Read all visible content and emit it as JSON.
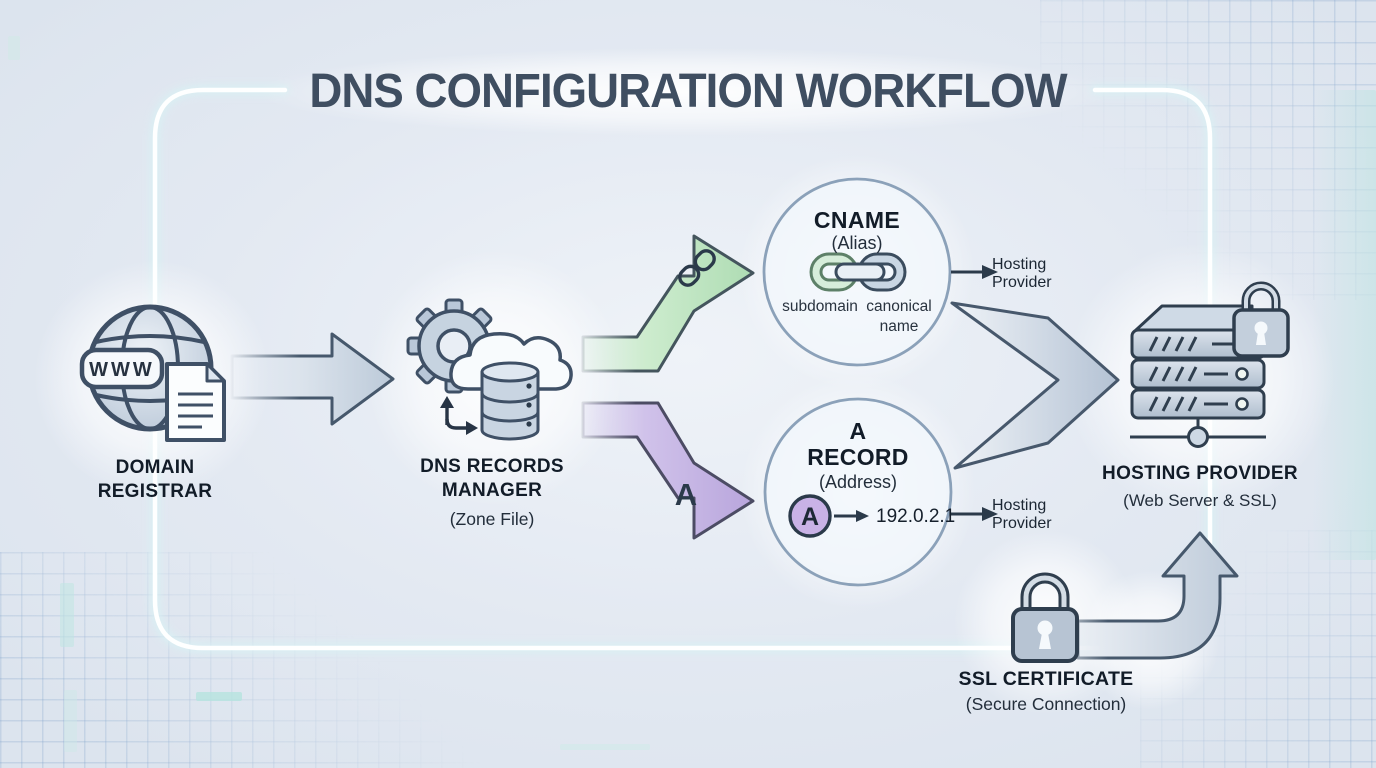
{
  "title": "DNS CONFIGURATION WORKFLOW",
  "registrar": {
    "label": "DOMAIN REGISTRAR",
    "www_badge": "WWW"
  },
  "manager": {
    "label": "DNS RECORDS MANAGER",
    "sublabel": "(Zone File)"
  },
  "cname_node": {
    "heading": "CNAME",
    "subheading": "(Alias)",
    "left": "subdomain",
    "right": "canonical name",
    "target": "Hosting Provider"
  },
  "a_node": {
    "heading": "A RECORD",
    "subheading": "(Address)",
    "badge": "A",
    "value": "192.0.2.1",
    "target": "Hosting Provider"
  },
  "a_arrow_label": "A",
  "hosting": {
    "label": "HOSTING PROVIDER",
    "sublabel": "(Web Server & SSL)"
  },
  "ssl": {
    "label": "SSL CERTIFICATE",
    "sublabel": "(Secure Connection)"
  },
  "colors": {
    "background": "#e3e9f1",
    "outline_slate": "#2f3e4e",
    "title_text": "#3f4e61",
    "frame_glow": "#ffffff",
    "arrow_silver": "#c3cfdd",
    "arrow_green": "#c8e8c9",
    "arrow_purple": "#cfbfe8",
    "badge_purple": "#c9b2e6",
    "link_green": "#d4ecd9",
    "grid_line": "#7da0c8",
    "teal_accent": "#bfe6e2"
  }
}
